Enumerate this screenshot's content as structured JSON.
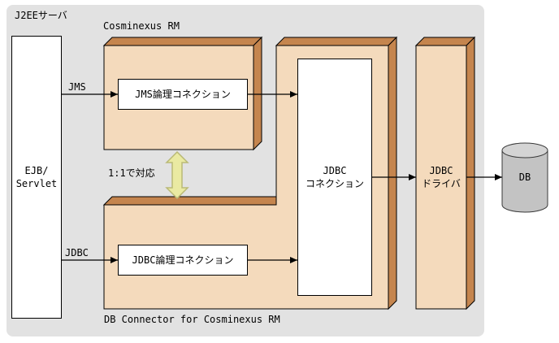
{
  "colors": {
    "container_bg": "#e2e2e2",
    "box_face": "#f4dabc",
    "box_side": "#c5854e",
    "double_arrow_fill": "#eaeaa2",
    "cylinder_body": "#c3c3c3",
    "cylinder_top": "#d4d4d4"
  },
  "labels": {
    "j2ee_server": "J2EEサーバ",
    "cosminexus_rm": "Cosminexus RM",
    "db_connector": "DB Connector for Cosminexus RM",
    "jms_protocol": "JMS",
    "jdbc_protocol": "JDBC",
    "mapping": "1:1で対応"
  },
  "nodes": {
    "ejb_servlet": {
      "line1": "EJB/",
      "line2": "Servlet"
    },
    "jms_logical_connection": "JMS論理コネクション",
    "jdbc_logical_connection": "JDBC論理コネクション",
    "jdbc_connection": {
      "line1": "JDBC",
      "line2": "コネクション"
    },
    "jdbc_driver": {
      "line1": "JDBC",
      "line2": "ドライバ"
    },
    "db": "DB"
  }
}
